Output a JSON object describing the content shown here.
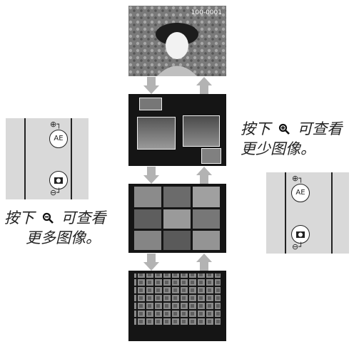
{
  "top_screen": {
    "frame_counter": "100-0001"
  },
  "left_caption": {
    "line1_before": "按下",
    "line1_after": "可查看",
    "line2": "更多图像。",
    "zoom_icon": "zoom-out-icon"
  },
  "right_caption": {
    "line1_before": "按下",
    "line1_after": "可查看",
    "line2": "更少图像。",
    "zoom_icon": "zoom-in-icon"
  },
  "control": {
    "ae_label": "AE"
  },
  "colors": {
    "screen_bg": "#151515",
    "arrow": "#b3b3b3",
    "control_bg": "#d9d9d9"
  }
}
